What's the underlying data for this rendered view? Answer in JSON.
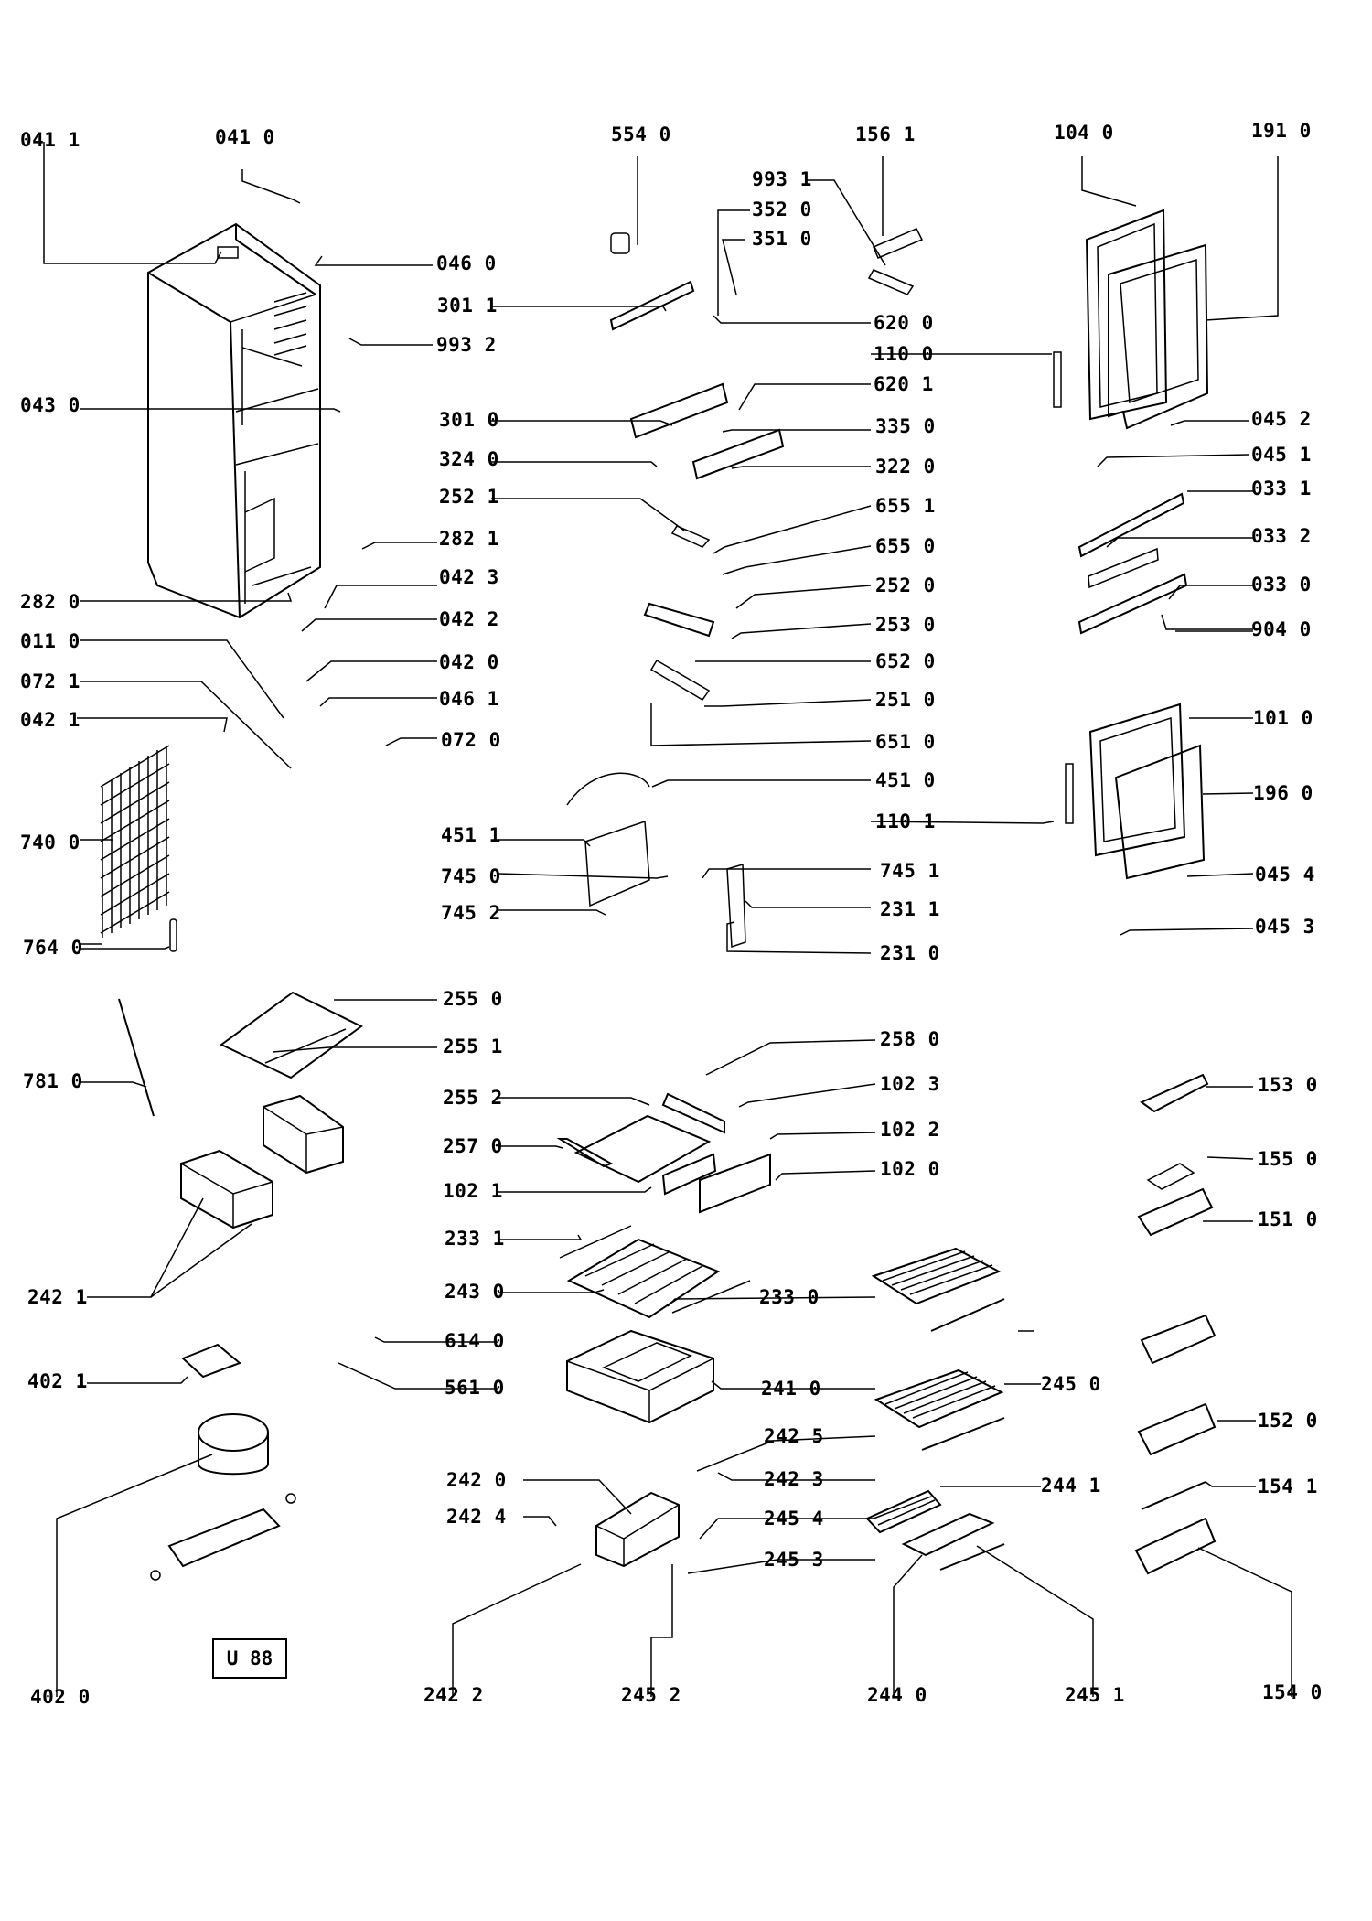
{
  "reference_code": "U 88",
  "labels": {
    "041_1": "041 1",
    "041_0": "041 0",
    "554_0": "554 0",
    "156_1": "156 1",
    "104_0": "104 0",
    "191_0": "191 0",
    "993_1": "993 1",
    "352_0": "352 0",
    "351_0": "351 0",
    "046_0": "046 0",
    "301_1": "301 1",
    "993_2": "993 2",
    "620_0": "620 0",
    "110_0": "110 0",
    "620_1": "620 1",
    "043_0": "043 0",
    "301_0": "301 0",
    "335_0": "335 0",
    "045_2": "045 2",
    "324_0": "324 0",
    "322_0": "322 0",
    "045_1": "045 1",
    "252_1": "252 1",
    "033_1": "033 1",
    "655_1": "655 1",
    "282_1": "282 1",
    "033_2": "033 2",
    "655_0": "655 0",
    "042_3": "042 3",
    "252_0": "252 0",
    "033_0": "033 0",
    "282_0": "282 0",
    "042_2": "042 2",
    "253_0": "253 0",
    "904_0": "904 0",
    "011_0": "011 0",
    "042_0": "042 0",
    "652_0": "652 0",
    "072_1": "072 1",
    "046_1": "046 1",
    "251_0": "251 0",
    "042_1": "042 1",
    "101_0": "101 0",
    "072_0": "072 0",
    "651_0": "651 0",
    "451_0": "451 0",
    "196_0": "196 0",
    "740_0": "740 0",
    "451_1": "451 1",
    "110_1": "110 1",
    "745_0": "745 0",
    "745_1": "745 1",
    "045_4": "045 4",
    "745_2": "745 2",
    "231_1": "231 1",
    "764_0": "764 0",
    "231_0": "231 0",
    "045_3": "045 3",
    "255_0": "255 0",
    "255_1": "255 1",
    "258_0": "258 0",
    "781_0": "781 0",
    "102_3": "102 3",
    "153_0": "153 0",
    "255_2": "255 2",
    "102_2": "102 2",
    "257_0": "257 0",
    "155_0": "155 0",
    "102_1": "102 1",
    "102_0": "102 0",
    "151_0": "151 0",
    "233_1": "233 1",
    "242_1": "242 1",
    "243_0": "243 0",
    "233_0": "233 0",
    "614_0": "614 0",
    "402_1": "402 1",
    "561_0": "561 0",
    "241_0": "241 0",
    "245_0": "245 0",
    "242_5": "242 5",
    "152_0": "152 0",
    "242_0": "242 0",
    "242_3": "242 3",
    "244_1": "244 1",
    "154_1": "154 1",
    "242_4": "242 4",
    "245_4": "245 4",
    "245_3": "245 3",
    "402_0": "402 0",
    "242_2": "242 2",
    "245_2": "245 2",
    "244_0": "244 0",
    "245_1": "245 1",
    "154_0": "154 0"
  }
}
